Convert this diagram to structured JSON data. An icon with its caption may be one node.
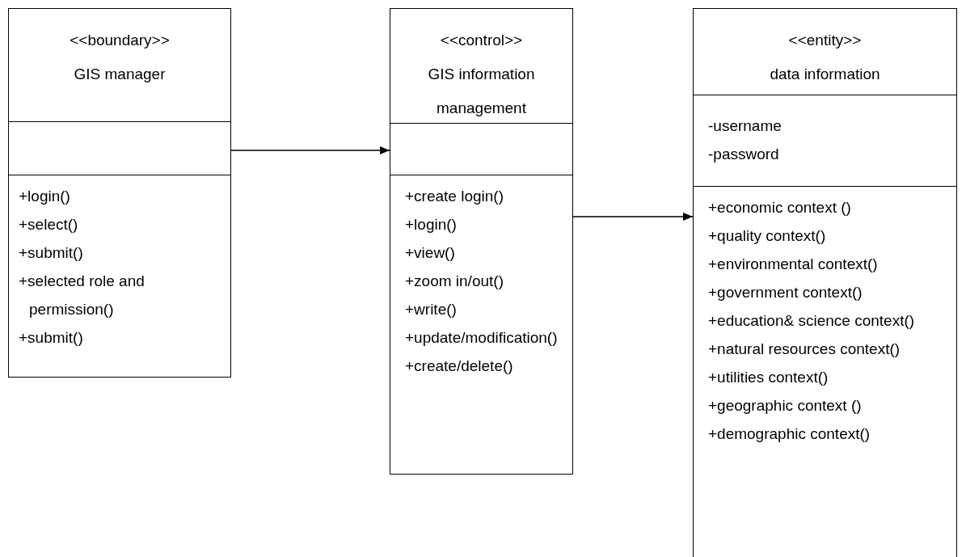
{
  "diagram": {
    "nodes": [
      {
        "text": [
          "<<boundary>>",
          "GIS manager",
          "+login()",
          "+select()",
          "+submit()",
          "+selected role and permission()",
          "+submit()"
        ]
      },
      {
        "text": [
          "<<control>>",
          "GIS information management",
          "+create login()",
          "+login()",
          "+view()",
          "+zoom in/out()",
          "+write()",
          "+update/modification()",
          "+create/delete()"
        ]
      },
      {
        "text": [
          "<<entity>>",
          "data information",
          "-username",
          "-password",
          "+economic context ()",
          "+quality context()",
          "+environmental context()",
          "+government context()",
          "+education& science context()",
          "+natural resources context()",
          "+utilities context()",
          "+geographic context ()",
          "+demographic context()"
        ]
      }
    ],
    "edges": [
      {
        "from": 0,
        "to": 1,
        "arrow": "to"
      },
      {
        "from": 1,
        "to": 2,
        "arrow": "to"
      }
    ]
  }
}
